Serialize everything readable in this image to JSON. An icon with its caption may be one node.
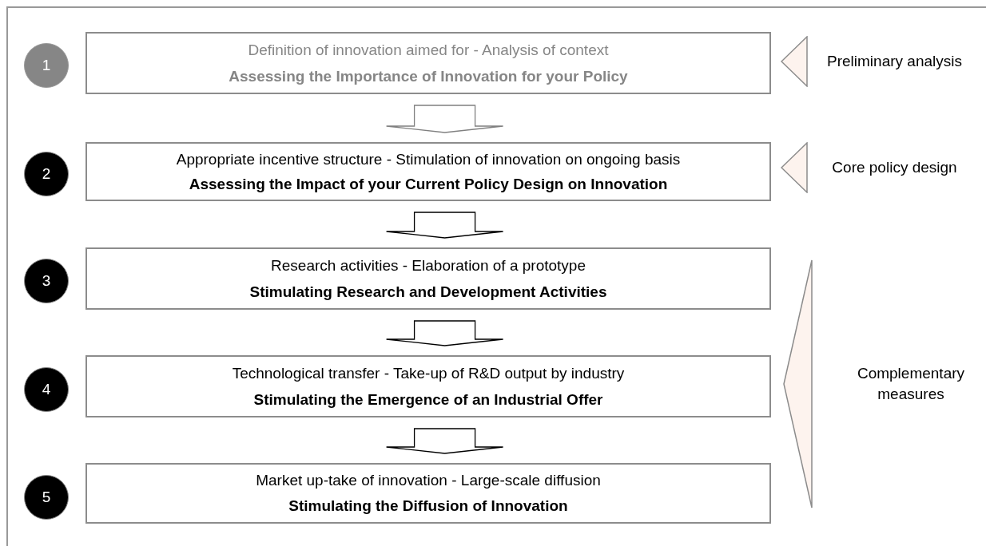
{
  "diagram": {
    "nodes": [
      {
        "text": [
          "1"
        ]
      },
      {
        "text": [
          "Definition of innovation aimed for - Analysis of context",
          "Assessing the Importance of Innovation for your Policy"
        ]
      },
      {
        "text": [
          "Preliminary analysis"
        ]
      },
      {
        "text": [
          "2"
        ]
      },
      {
        "text": [
          "Appropriate incentive structure - Stimulation of innovation on ongoing basis",
          "Assessing the Impact of your Current Policy Design on Innovation"
        ]
      },
      {
        "text": [
          "Core policy design"
        ]
      },
      {
        "text": [
          "3"
        ]
      },
      {
        "text": [
          "Research activities  - Elaboration of a prototype",
          "Stimulating Research and Development Activities"
        ]
      },
      {
        "text": [
          "Complementary measures"
        ]
      },
      {
        "text": [
          "4"
        ]
      },
      {
        "text": [
          "Technological transfer - Take-up of R&D output by industry",
          "Stimulating the Emergence of an Industrial Offer"
        ]
      },
      {
        "text": [
          "5"
        ]
      },
      {
        "text": [
          "Market up-take of innovation - Large-scale diffusion",
          "Stimulating the Diffusion of Innovation"
        ]
      }
    ],
    "edges": [
      {
        "from": 1,
        "to": 4,
        "arrow": "to",
        "color": "#808080"
      },
      {
        "from": 4,
        "to": 7,
        "arrow": "to"
      },
      {
        "from": 7,
        "to": 10,
        "arrow": "to"
      },
      {
        "from": 10,
        "to": 12,
        "arrow": "to"
      }
    ]
  }
}
